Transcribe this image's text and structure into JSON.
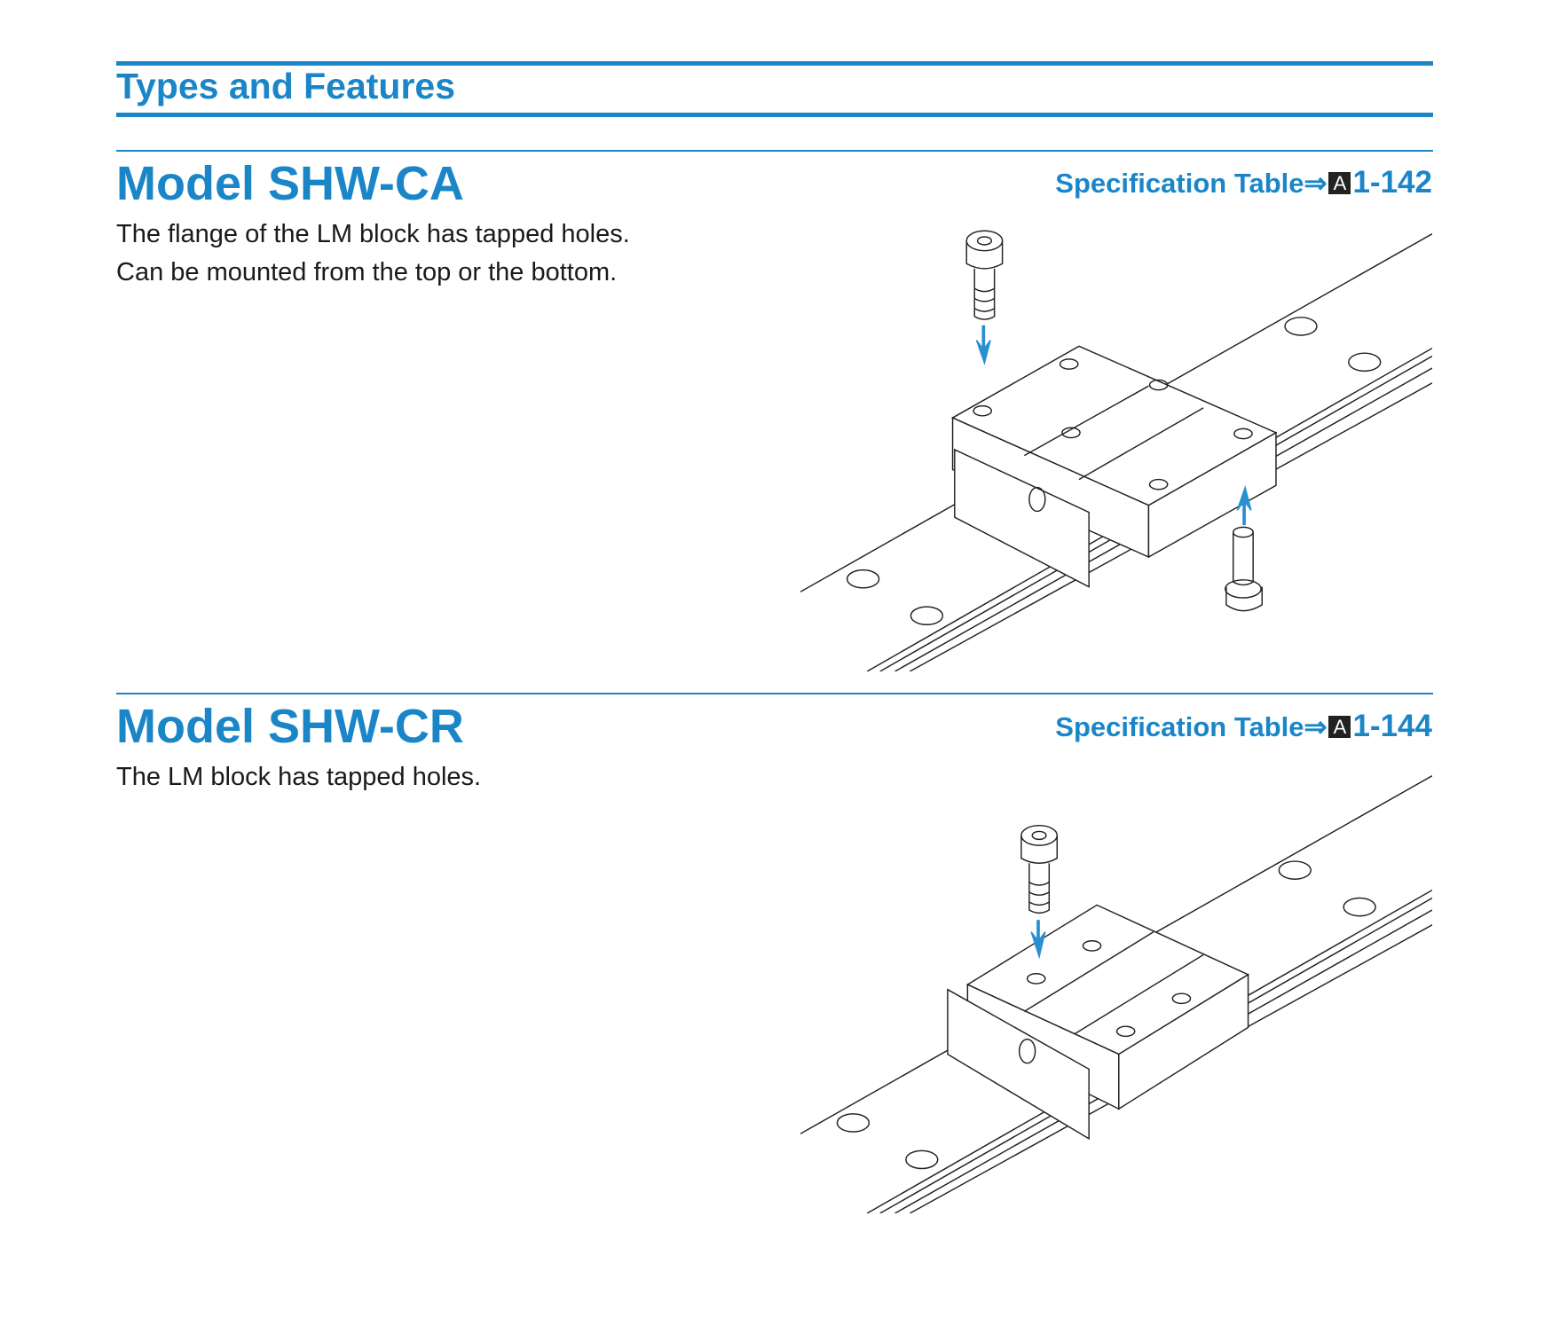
{
  "header": {
    "title": "Types and Features"
  },
  "sections": [
    {
      "model": "Model SHW-CA",
      "spec_label": "Specification Table⇒",
      "spec_badge": "A",
      "spec_page": "1-142",
      "description": [
        "The flange of the LM block has tapped holes.",
        "Can be mounted from the top or the bottom."
      ]
    },
    {
      "model": "Model SHW-CR",
      "spec_label": "Specification Table⇒",
      "spec_badge": "A",
      "spec_page": "1-144",
      "description": [
        "The LM block has tapped holes."
      ]
    }
  ],
  "colors": {
    "accent": "#1a86c8",
    "arrow": "#2a8fd0"
  }
}
